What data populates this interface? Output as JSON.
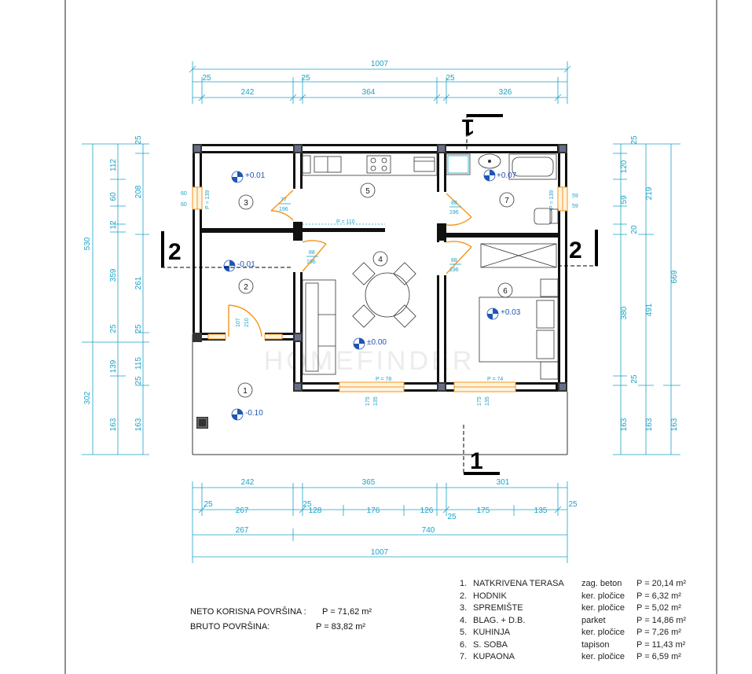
{
  "dimensions": {
    "top_total": "1007",
    "top_wall_a": "25",
    "top_wall_b": "25",
    "top_wall_c": "25",
    "top_seg_1": "242",
    "top_seg_2": "364",
    "top_seg_3": "326",
    "bottom_seg_1": "242",
    "bottom_seg_2": "365",
    "bottom_seg_3": "301",
    "bottom_w_1": "25",
    "bottom_w_2": "25",
    "bottom_w_3": "25",
    "bottom_w_4": "25",
    "bottom_267a": "267",
    "bottom_128": "128",
    "bottom_176": "176",
    "bottom_126": "126",
    "bottom_175": "175",
    "bottom_135": "135",
    "bottom_267b": "267",
    "bottom_740": "740",
    "bottom_total": "1007",
    "left_outer_530": "530",
    "left_outer_302": "302",
    "left_mid_112": "112",
    "left_mid_60": "60",
    "left_mid_12": "12",
    "left_mid_359": "359",
    "left_mid_25": "25",
    "left_mid_139": "139",
    "left_mid_163": "163",
    "left_in_25a": "25",
    "left_in_208": "208",
    "left_in_261": "261",
    "left_in_25b": "25",
    "left_in_115": "115",
    "left_in_25c": "25",
    "left_in_163": "163",
    "right_in_25a": "25",
    "right_in_120": "120",
    "right_in_59": "59",
    "right_in_20": "20",
    "right_in_380": "380",
    "right_in_25b": "25",
    "right_in_163": "163",
    "right_mid_219": "219",
    "right_mid_491": "491",
    "right_mid_163": "163",
    "right_outer_669": "669",
    "right_outer_163": "163"
  },
  "openings": {
    "p110": "P = 110",
    "p78": "P = 78",
    "p74": "P = 74",
    "d3_w": "77",
    "d3_h": "196",
    "d4_w": "88",
    "d4_h": "196",
    "d7_w": "88",
    "d7_h": "196",
    "d6_w": "88",
    "d6_h": "196",
    "d2_w": "107",
    "d2_h": "210",
    "w3_a": "60",
    "w3_b": "60",
    "w3_p": "P = 139",
    "w7_a": "59",
    "w7_b": "59",
    "w7_p": "P = 139",
    "sill_4_a": "175",
    "sill_4_b": "135",
    "sill_6_a": "175",
    "sill_6_b": "135"
  },
  "rooms": {
    "r1": "1",
    "r2": "2",
    "r3": "3",
    "r4": "4",
    "r5": "5",
    "r6": "6",
    "r7": "7"
  },
  "levels": {
    "l1": "-0.10",
    "l2": "-0.01",
    "l3": "+0.01",
    "l4": "±0.00",
    "l6": "+0.03",
    "l7": "+0.07"
  },
  "section_marks": {
    "left": "2",
    "right": "2",
    "top": "1",
    "bottom": "1"
  },
  "watermark": "HOMEFINDER",
  "summary": {
    "net_label": "NETO KORISNA POVRŠINA :",
    "net_value": "P = 71,62 m²",
    "gross_label": "BRUTO POVRŠINA:",
    "gross_value": "P = 83,82 m²"
  },
  "legend": [
    {
      "num": "1.",
      "name": "NATKRIVENA TERASA",
      "floor": "zag. beton",
      "area": "P = 20,14 m²"
    },
    {
      "num": "2.",
      "name": "HODNIK",
      "floor": "ker. pločice",
      "area": "P = 6,32 m²"
    },
    {
      "num": "3.",
      "name": "SPREMIŠTE",
      "floor": "ker. pločice",
      "area": "P = 5,02 m²"
    },
    {
      "num": "4.",
      "name": "BLAG. + D.B.",
      "floor": "parket",
      "area": "P = 14,86 m²"
    },
    {
      "num": "5.",
      "name": "KUHINJA",
      "floor": "ker. pločice",
      "area": "P = 7,26 m²"
    },
    {
      "num": "6.",
      "name": "S. SOBA",
      "floor": "tapison",
      "area": "P = 11,43 m²"
    },
    {
      "num": "7.",
      "name": "KUPAONA",
      "floor": "ker. pločice",
      "area": "P = 6,59 m²"
    }
  ]
}
